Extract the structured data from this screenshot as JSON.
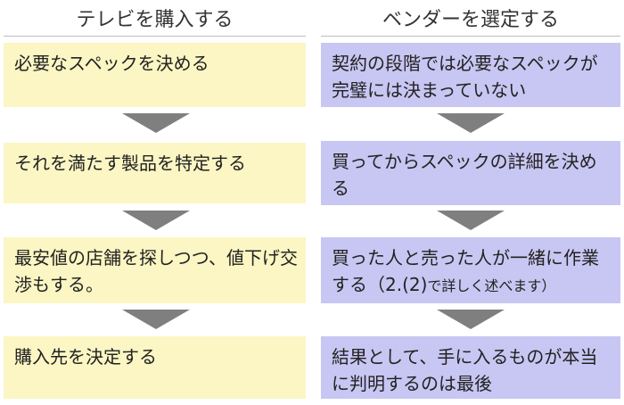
{
  "columns": {
    "left": {
      "title": "テレビを購入する",
      "steps": [
        "必要なスペックを決める",
        "それを満たす製品を特定する",
        "最安値の店舗を探しつつ、値下げ交渉もする。",
        "購入先を決定する"
      ]
    },
    "right": {
      "title": "ベンダーを選定する",
      "steps": [
        "契約の段階では必要なスペックが完璧には決まっていない",
        "買ってからスペックの詳細を決める",
        {
          "main": "買った人と売った人が一緒に作業する（2.(2)",
          "small": "で詳しく述べます）"
        },
        "結果として、手に入るものが本当に判明するのは最後"
      ]
    }
  },
  "colors": {
    "left_box": "#fbf6c3",
    "right_box": "#c8c6f2",
    "arrow": "#7f7f7f",
    "divider": "#bdbdbd"
  }
}
